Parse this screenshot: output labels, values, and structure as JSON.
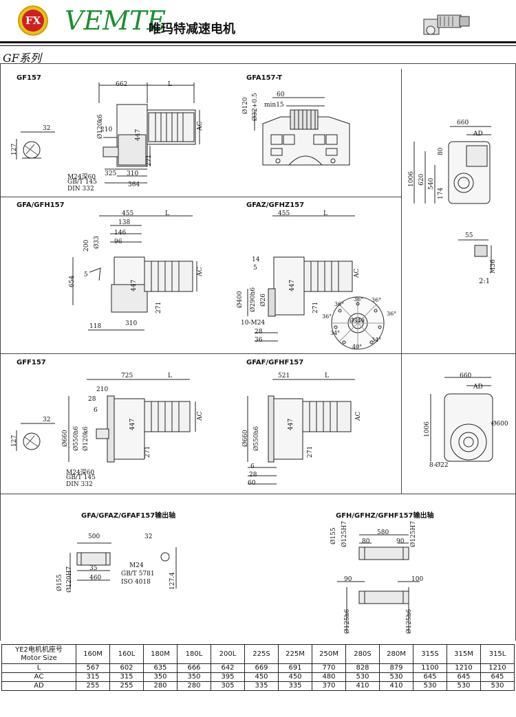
{
  "header": {
    "logo_text": "FX",
    "brand": "VEMTE",
    "subtitle": "唯玛特减速电机",
    "series_title": "GF系列"
  },
  "panels": {
    "gf157": {
      "title": "GF157",
      "dims": [
        "662",
        "L",
        "210",
        "Ø120k6",
        "447",
        "AC",
        "271",
        "325",
        "310",
        "364",
        "32",
        "127"
      ],
      "note": [
        "M24深60",
        "GB/T 145",
        "DIN 332"
      ]
    },
    "gfa157t": {
      "title": "GFA157-T",
      "dims": [
        "60",
        "min15",
        "Ø120",
        "Ø32+0.5"
      ]
    },
    "side_top": {
      "dims": [
        "660",
        "AD",
        "80",
        "540",
        "620",
        "1006",
        "174",
        "55",
        "M36"
      ],
      "scale": "2:1"
    },
    "gfa_gfh157": {
      "title": "GFA/GFH157",
      "dims": [
        "455",
        "L",
        "138",
        "146",
        "96",
        "200",
        "Ø33",
        "654",
        "447",
        "AC",
        "271",
        "118",
        "310",
        "5"
      ]
    },
    "gfaz_gfhz157": {
      "title": "GFAZ/GFHZ157",
      "dims": [
        "455",
        "L",
        "14",
        "5",
        "447",
        "AC",
        "271",
        "Ø400",
        "Ø290h6",
        "Ø26",
        "10-M24",
        "28",
        "36",
        "36°",
        "36°",
        "36°",
        "36°",
        "36°",
        "34°",
        "40°",
        "34°",
        "Ø340"
      ]
    },
    "gff157": {
      "title": "GFF157",
      "dims": [
        "725",
        "L",
        "210",
        "28",
        "6",
        "Ø660",
        "Ø550h6",
        "Ø120k6",
        "447",
        "AC",
        "271",
        "32",
        "127"
      ],
      "note": [
        "M24深60",
        "GB/T 145",
        "DIN 332"
      ]
    },
    "gfaf_gfhf157": {
      "title": "GFAF/GFHF157",
      "dims": [
        "521",
        "L",
        "Ø660",
        "Ø550h6",
        "447",
        "AC",
        "271",
        "6",
        "28",
        "60"
      ]
    },
    "side_mid": {
      "dims": [
        "660",
        "AD",
        "1006",
        "Ø600",
        "8-Ø22"
      ]
    },
    "output_gfa": {
      "title": "GFA/GFAZ/GFAF157输出轴",
      "dims": [
        "500",
        "35",
        "460",
        "Ø155",
        "Ø120H7",
        "32",
        "127.4"
      ],
      "note": [
        "M24",
        "GB/T 5781",
        "ISO 4018"
      ]
    },
    "output_gfh": {
      "title": "GFH/GFHZ/GFHF157输出轴",
      "dims": [
        "580",
        "80",
        "90",
        "Ø155",
        "Ø125H7",
        "Ø125H7",
        "90",
        "100",
        "Ø125h6",
        "Ø125h6"
      ]
    }
  },
  "table": {
    "row_header": [
      "YE2电机机座号",
      "Motor Size"
    ],
    "columns": [
      "160M",
      "160L",
      "180M",
      "180L",
      "200L",
      "225S",
      "225M",
      "250M",
      "280S",
      "280M",
      "315S",
      "315M",
      "315L"
    ],
    "rows": [
      {
        "label": "L",
        "values": [
          "567",
          "602",
          "635",
          "666",
          "642",
          "669",
          "691",
          "770",
          "828",
          "879",
          "1100",
          "1210",
          "1210"
        ]
      },
      {
        "label": "AC",
        "values": [
          "315",
          "315",
          "350",
          "350",
          "395",
          "450",
          "450",
          "480",
          "530",
          "530",
          "645",
          "645",
          "645"
        ]
      },
      {
        "label": "AD",
        "values": [
          "255",
          "255",
          "280",
          "280",
          "305",
          "335",
          "335",
          "370",
          "410",
          "410",
          "530",
          "530",
          "530"
        ]
      }
    ]
  },
  "colors": {
    "brand_green": "#1b8f2e",
    "logo_gold": "#e6c21a",
    "logo_red": "#d11f1f",
    "line": "#222222"
  }
}
